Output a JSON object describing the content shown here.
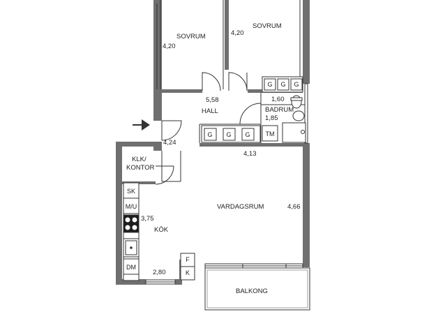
{
  "rooms": {
    "bedroom_left": {
      "name": "SOVRUM",
      "size": "4,20"
    },
    "bedroom_right": {
      "name": "SOVRUM",
      "size": "4,20"
    },
    "hall": {
      "name": "HALL",
      "size": "5,58"
    },
    "bathroom": {
      "name": "BADRUM",
      "size": "1,85"
    },
    "closet_dim": "1,60",
    "corridor_dim": "4,24",
    "storage_dim": "4,13",
    "office": {
      "name_line1": "KLK/",
      "name_line2": "KONTOR"
    },
    "living_room": {
      "name": "VARDAGSRUM",
      "size": "4,66"
    },
    "kitchen": {
      "name": "KÖK",
      "size": "3,75",
      "width_dim": "2,80"
    },
    "balcony": {
      "name": "BALKONG"
    }
  },
  "fixtures": {
    "wardrobe_letter": "G",
    "tm": "TM",
    "sk": "SK",
    "mu": "M/U",
    "dm": "DM",
    "f": "F",
    "k": "K"
  },
  "colors": {
    "wall": "#6f6f6f",
    "line": "#333333",
    "arrow": "#333333"
  }
}
